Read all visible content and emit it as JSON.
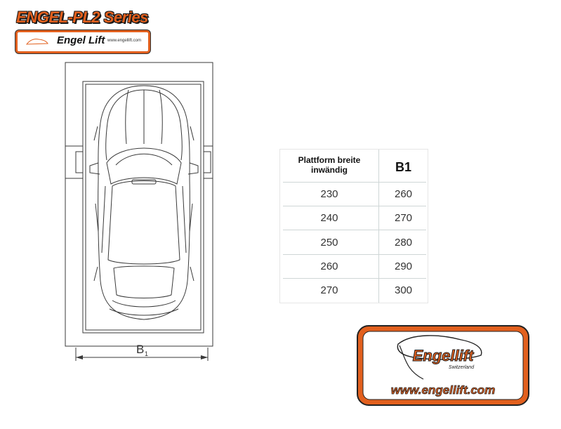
{
  "header": {
    "series_title": "ENGEL-PL2 Series",
    "brand": "Engel Lift",
    "url_small": "www.engellift.com"
  },
  "drawing": {
    "dimension_label": "B",
    "dimension_subscript": "1"
  },
  "table": {
    "headers": [
      "Plattform breite inwändig",
      "B1"
    ],
    "rows": [
      [
        "230",
        "260"
      ],
      [
        "240",
        "270"
      ],
      [
        "250",
        "280"
      ],
      [
        "260",
        "290"
      ],
      [
        "270",
        "300"
      ]
    ]
  },
  "logo": {
    "brand": "Engellift",
    "sub": "Switzerland",
    "url": "www.engellift.com"
  },
  "colors": {
    "accent": "#e2601e",
    "line": "#3a3a3a"
  }
}
